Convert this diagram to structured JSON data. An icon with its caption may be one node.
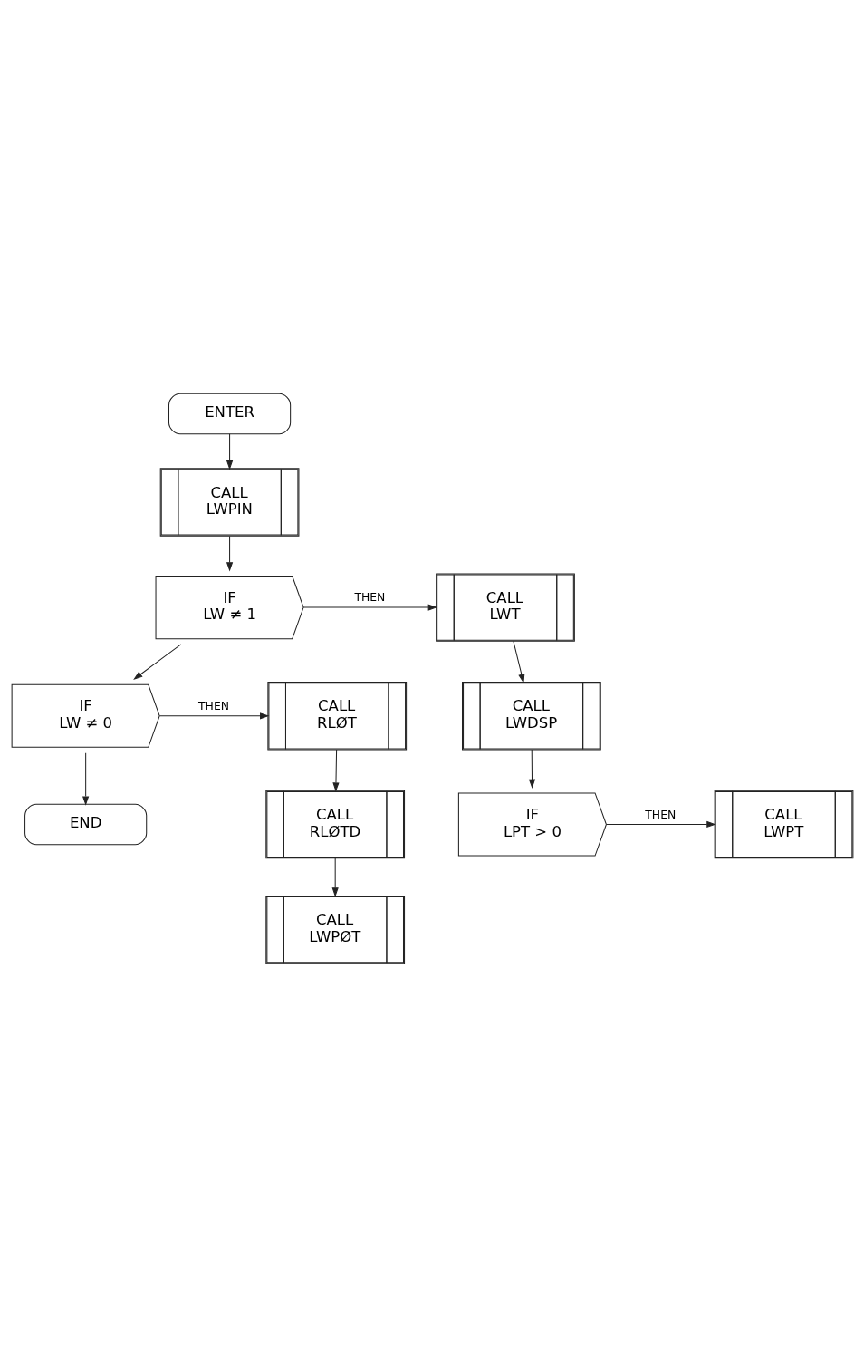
{
  "diagram": {
    "nodes": [
      {
        "text": [
          "ENTER"
        ]
      },
      {
        "text": [
          "CALL",
          "LWPIN"
        ]
      },
      {
        "text": [
          "IF",
          "LW ≠ 1"
        ]
      },
      {
        "text": [
          "CALL",
          "LWT"
        ]
      },
      {
        "text": [
          "CALL",
          "LWDSP"
        ]
      },
      {
        "text": [
          "IF",
          "LPT > 0"
        ]
      },
      {
        "text": [
          "CALL",
          "LWPT"
        ]
      },
      {
        "text": [
          "IF",
          "LW ≠ 0"
        ]
      },
      {
        "text": [
          "CALL",
          "RLØT"
        ]
      },
      {
        "text": [
          "CALL",
          "RLØTD"
        ]
      },
      {
        "text": [
          "END"
        ]
      },
      {
        "text": [
          "CALL",
          "LWPØT"
        ]
      }
    ],
    "edges": [
      {
        "from": 0,
        "to": 1,
        "arrow": "to"
      },
      {
        "from": 1,
        "to": 2,
        "arrow": "to"
      },
      {
        "from": 2,
        "to": 3,
        "arrow": "to",
        "label": "THEN"
      },
      {
        "from": 3,
        "to": 4,
        "arrow": "to"
      },
      {
        "from": 4,
        "to": 5,
        "arrow": "to"
      },
      {
        "from": 5,
        "to": 6,
        "arrow": "to",
        "label": "THEN"
      },
      {
        "from": 2,
        "to": 7,
        "arrow": "to"
      },
      {
        "from": 7,
        "to": 8,
        "arrow": "to",
        "label": "THEN"
      },
      {
        "from": 8,
        "to": 9,
        "arrow": "to"
      },
      {
        "from": 9,
        "to": 11,
        "arrow": "to"
      },
      {
        "from": 7,
        "to": 10,
        "arrow": "to"
      }
    ]
  }
}
